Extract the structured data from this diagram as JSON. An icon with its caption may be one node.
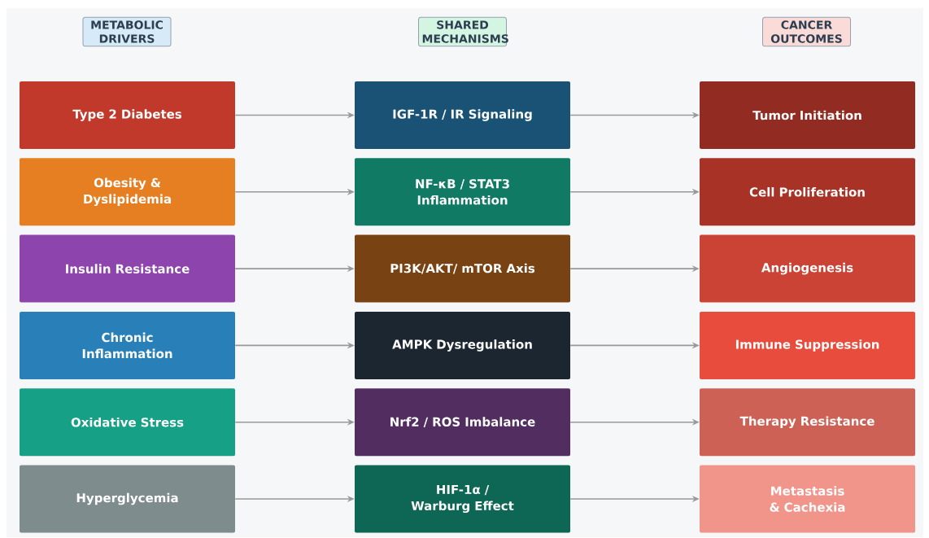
{
  "diagram": {
    "nodes": [
      {
        "text": [
          "METABOLIC DRIVERS"
        ]
      },
      {
        "text": [
          "SHARED MECHANISMS"
        ]
      },
      {
        "text": [
          "CANCER OUTCOMES"
        ]
      },
      {
        "text": [
          "Type 2 Diabetes"
        ]
      },
      {
        "text": [
          "IGF-1R / IR Signaling"
        ]
      },
      {
        "text": [
          "Tumor Initiation"
        ]
      },
      {
        "text": [
          "Obesity & Dyslipidemia"
        ]
      },
      {
        "text": [
          "NF-κB / STAT3 Inflammation"
        ]
      },
      {
        "text": [
          "Cell Proliferation"
        ]
      },
      {
        "text": [
          "Insulin Resistance"
        ]
      },
      {
        "text": [
          "PI3K/AKT/ mTOR Axis"
        ]
      },
      {
        "text": [
          "Angiogenesis"
        ]
      },
      {
        "text": [
          "Chronic Inflammation"
        ]
      },
      {
        "text": [
          "AMPK Dysregulation"
        ]
      },
      {
        "text": [
          "Immune Suppression"
        ]
      },
      {
        "text": [
          "Oxidative Stress"
        ]
      },
      {
        "text": [
          "Nrf2 / ROS Imbalance"
        ]
      },
      {
        "text": [
          "Therapy Resistance"
        ]
      },
      {
        "text": [
          "Hyperglycemia"
        ]
      },
      {
        "text": [
          "HIF-1α / Warburg Effect"
        ]
      },
      {
        "text": [
          "Metastasis & Cachexia"
        ]
      }
    ],
    "edges": [
      {
        "from": 3,
        "to": 4,
        "arrow": "to"
      },
      {
        "from": 4,
        "to": 5,
        "arrow": "to"
      },
      {
        "from": 6,
        "to": 7,
        "arrow": "to"
      },
      {
        "from": 7,
        "to": 8,
        "arrow": "to"
      },
      {
        "from": 9,
        "to": 10,
        "arrow": "to"
      },
      {
        "from": 10,
        "to": 11,
        "arrow": "to"
      },
      {
        "from": 12,
        "to": 13,
        "arrow": "to"
      },
      {
        "from": 13,
        "to": 14,
        "arrow": "to"
      },
      {
        "from": 15,
        "to": 16,
        "arrow": "to"
      },
      {
        "from": 16,
        "to": 17,
        "arrow": "to"
      },
      {
        "from": 18,
        "to": 19,
        "arrow": "to"
      },
      {
        "from": 19,
        "to": 20,
        "arrow": "to"
      }
    ]
  }
}
